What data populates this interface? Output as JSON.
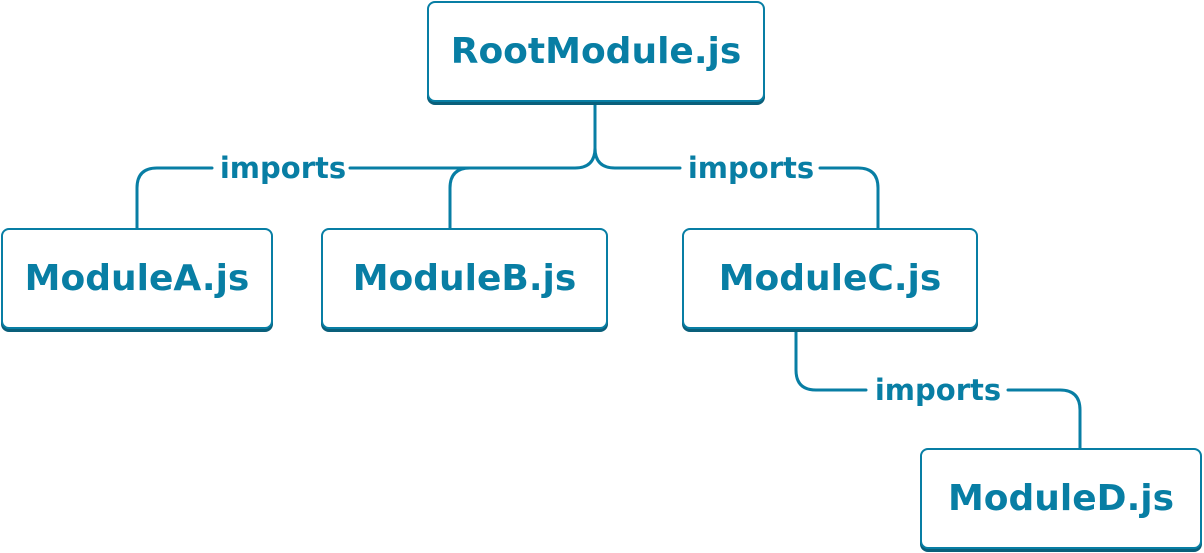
{
  "colors": {
    "accent": "#087ea4",
    "shadow": "#0a5f7a",
    "background": "#ffffff"
  },
  "nodes": {
    "root": "RootModule.js",
    "a": "ModuleA.js",
    "b": "ModuleB.js",
    "c": "ModuleC.js",
    "d": "ModuleD.js"
  },
  "edges": {
    "left_label": "imports",
    "right_label": "imports",
    "c_to_d_label": "imports"
  }
}
